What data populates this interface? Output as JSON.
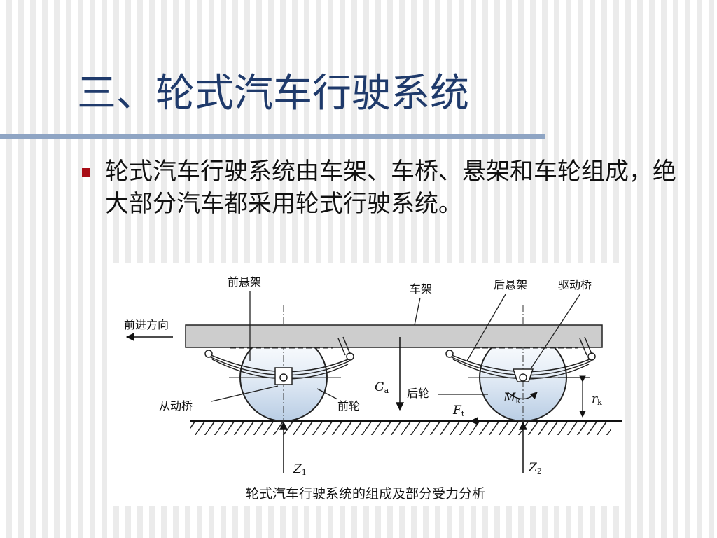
{
  "slide": {
    "title": "三、轮式汽车行驶系统",
    "bullet": "轮式汽车行驶系统由车架、车桥、悬架和车轮组成，绝大部分汽车都采用轮式行驶系统。"
  },
  "figure": {
    "labels": {
      "front_suspension": "前悬架",
      "frame": "车架",
      "rear_suspension": "后悬架",
      "drive_axle": "驱动桥",
      "forward_direction": "前进方向",
      "driven_axle": "从动桥",
      "front_wheel": "前轮",
      "rear_wheel": "后轮"
    },
    "symbols": {
      "ga": "G",
      "ga_sub": "a",
      "mk": "M",
      "mk_sub": "k",
      "ft": "F",
      "ft_sub": "t",
      "rk": "r",
      "rk_sub": "k",
      "z1": "Z",
      "z1_sub": "1",
      "z2": "Z",
      "z2_sub": "2"
    },
    "caption": "轮式汽车行驶系统的组成及部分受力分析"
  },
  "colors": {
    "title": "#1f3a6b",
    "rule": "#8fa5c4",
    "bullet": "#a80d16",
    "wheel_fill": "#d3e2f1",
    "frame_fill": "#cdcdcd"
  }
}
